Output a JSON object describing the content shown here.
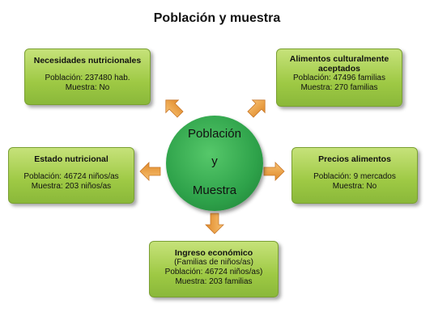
{
  "title": "Población y muestra",
  "center": {
    "line1": "Población",
    "line2": "y",
    "line3": "Muestra"
  },
  "boxes": {
    "nutritional_needs": {
      "title": "Necesidades nutricionales",
      "line1": "Población: 237480 hab.",
      "line2": "Muestra: No"
    },
    "cultural_foods": {
      "title1": "Alimentos culturalmente",
      "title2": "aceptados",
      "line1": "Población: 47496 familias",
      "line2": "Muestra: 270 familias"
    },
    "nutritional_status": {
      "title": "Estado nutricional",
      "line1": "Población: 46724 niños/as",
      "line2": "Muestra: 203 niños/as"
    },
    "food_prices": {
      "title": "Precios alimentos",
      "line1": "Población: 9 mercados",
      "line2": "Muestra: No"
    },
    "income": {
      "title": "Ingreso económico",
      "sub": "(Familias de niños/as)",
      "line1": "Población: 46724 niños/as)",
      "line2": "Muestra: 203 familias"
    }
  },
  "colors": {
    "box_fill": "#9ec944",
    "circle_fill": "#2ea24a",
    "arrow_fill": "#f0a040"
  }
}
